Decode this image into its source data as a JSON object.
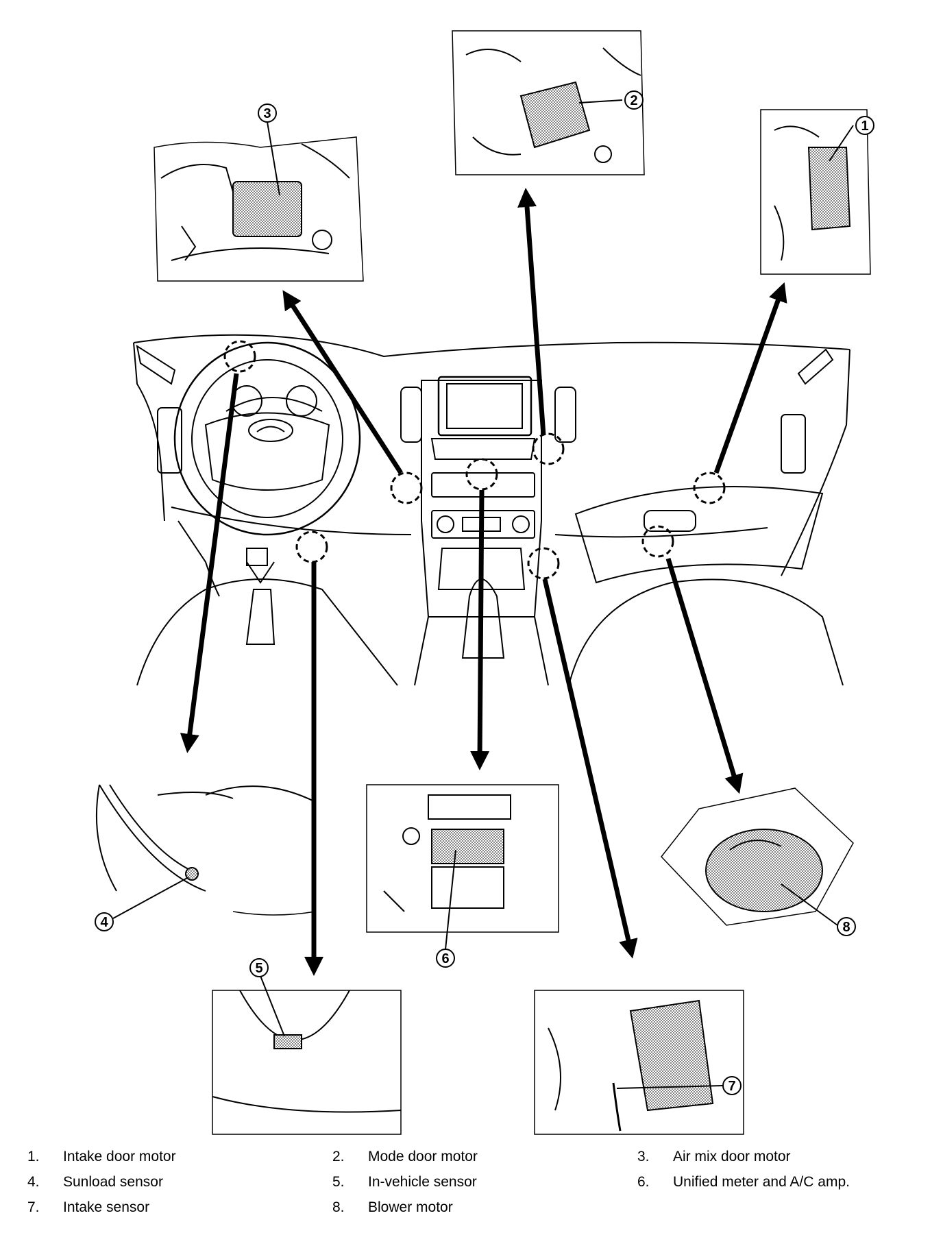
{
  "callouts": [
    {
      "num": "1",
      "label": "Intake door motor"
    },
    {
      "num": "2",
      "label": "Mode door motor"
    },
    {
      "num": "3",
      "label": "Air mix door motor"
    },
    {
      "num": "4",
      "label": "Sunload sensor"
    },
    {
      "num": "5",
      "label": "In-vehicle sensor"
    },
    {
      "num": "6",
      "label": "Unified meter and A/C amp."
    },
    {
      "num": "7",
      "label": "Intake sensor"
    },
    {
      "num": "8",
      "label": "Blower motor"
    }
  ],
  "legend_numbers": [
    "1.",
    "2.",
    "3.",
    "4.",
    "5.",
    "6.",
    "7.",
    "8."
  ],
  "colors": {
    "line": "#000000",
    "fill": "#ffffff",
    "shade": "#6e6e6e"
  }
}
